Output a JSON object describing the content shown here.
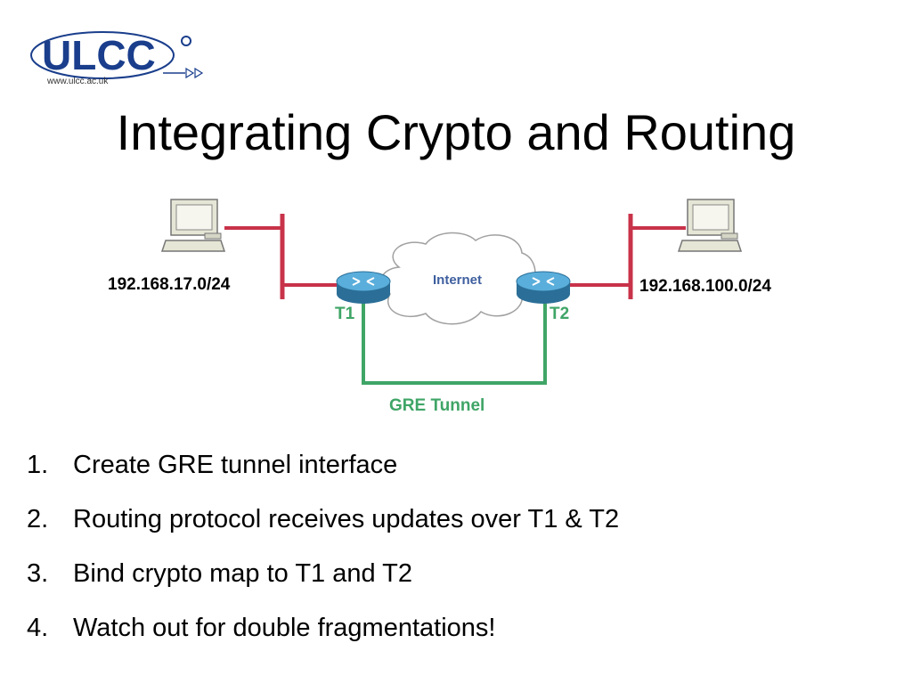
{
  "logo": {
    "text": "ULCC",
    "url": "www.ulcc.ac.uk"
  },
  "slide": {
    "title": "Integrating Crypto and Routing"
  },
  "diagram": {
    "left_network": "192.168.17.0/24",
    "right_network": "192.168.100.0/24",
    "cloud_label": "Internet",
    "router_left": "T1",
    "router_right": "T2",
    "tunnel_label": "GRE Tunnel",
    "colors": {
      "lan_link": "#c8334a",
      "tunnel": "#3fa567",
      "router": "#3a8fc2",
      "logo_blue": "#1a3e8c"
    }
  },
  "steps": [
    {
      "num": "1.",
      "text": "Create GRE tunnel interface"
    },
    {
      "num": "2.",
      "text": "Routing protocol receives updates over T1 & T2"
    },
    {
      "num": "3.",
      "text": "Bind crypto map to T1 and T2"
    },
    {
      "num": "4.",
      "text": "Watch out for double fragmentations!"
    }
  ]
}
